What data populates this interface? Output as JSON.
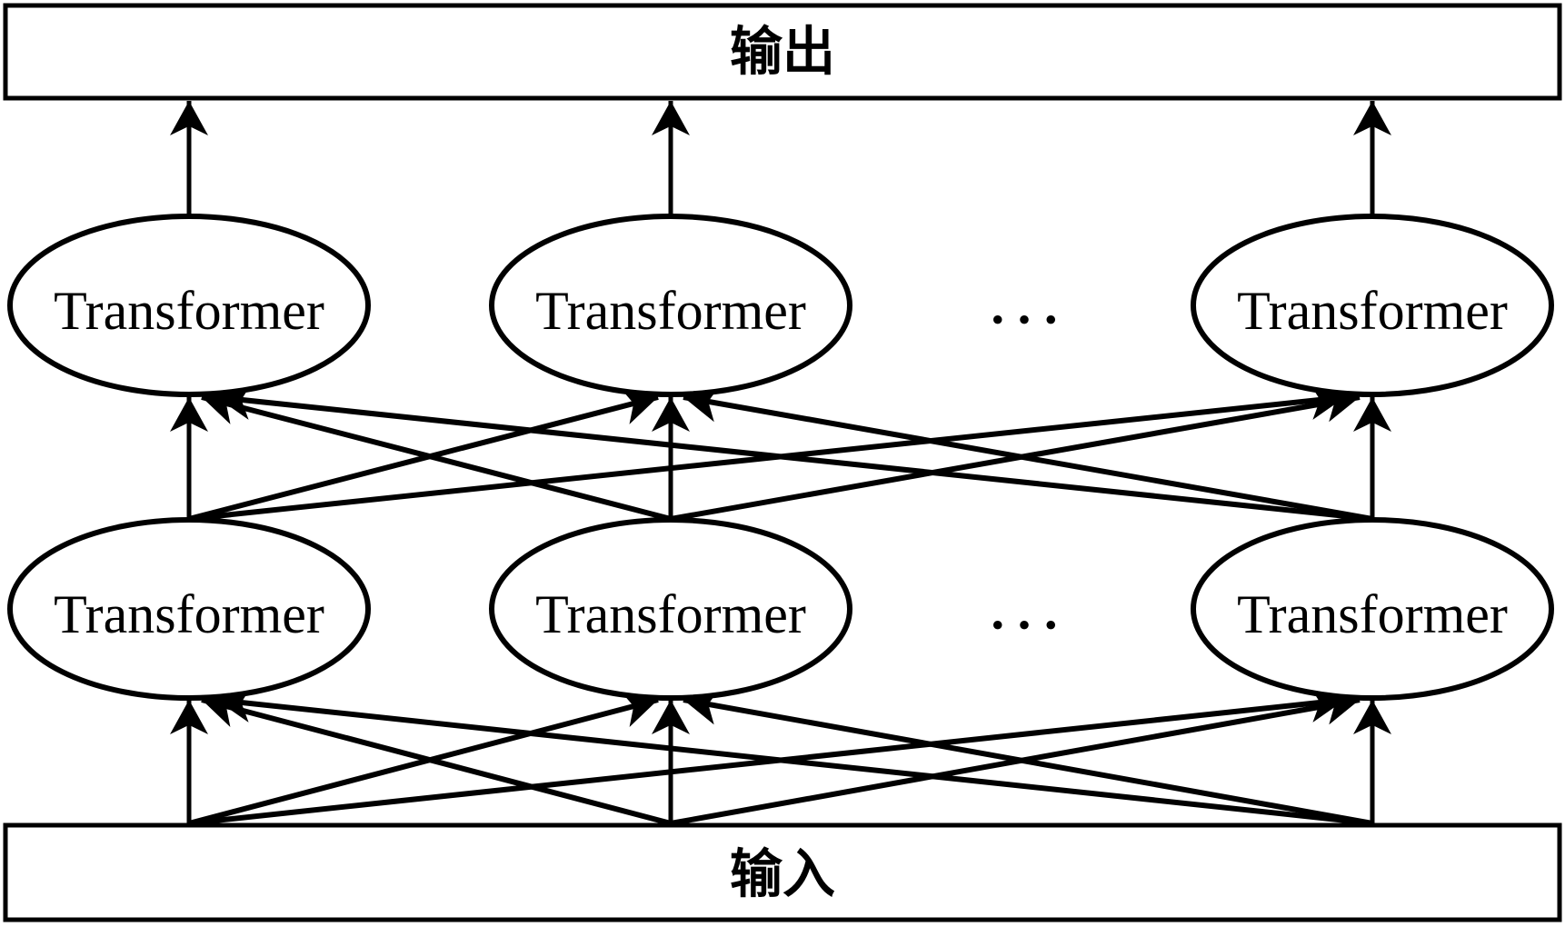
{
  "diagram": {
    "colors": {
      "stroke": "#000000",
      "background": "#ffffff"
    },
    "output_box": {
      "label": "输出"
    },
    "input_box": {
      "label": "输入"
    },
    "top_layer": {
      "nodes": [
        {
          "label": "Transformer"
        },
        {
          "label": "Transformer"
        },
        {
          "label": "Transformer"
        }
      ],
      "ellipsis": "•••"
    },
    "bottom_layer": {
      "nodes": [
        {
          "label": "Transformer"
        },
        {
          "label": "Transformer"
        },
        {
          "label": "Transformer"
        }
      ],
      "ellipsis": "•••"
    }
  }
}
